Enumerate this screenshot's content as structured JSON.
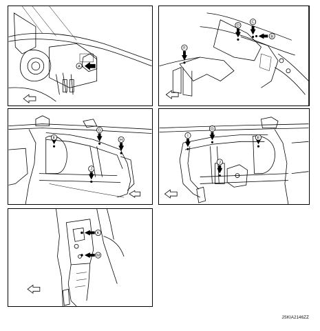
{
  "figure_code": "JSKIA2146ZZ",
  "callouts": {
    "A": "A",
    "B": "B",
    "C": "C",
    "D": "D",
    "E": "E",
    "F": "F",
    "G": "G",
    "H": "H",
    "I": "I",
    "J": "J",
    "K": "K",
    "M": "M"
  }
}
